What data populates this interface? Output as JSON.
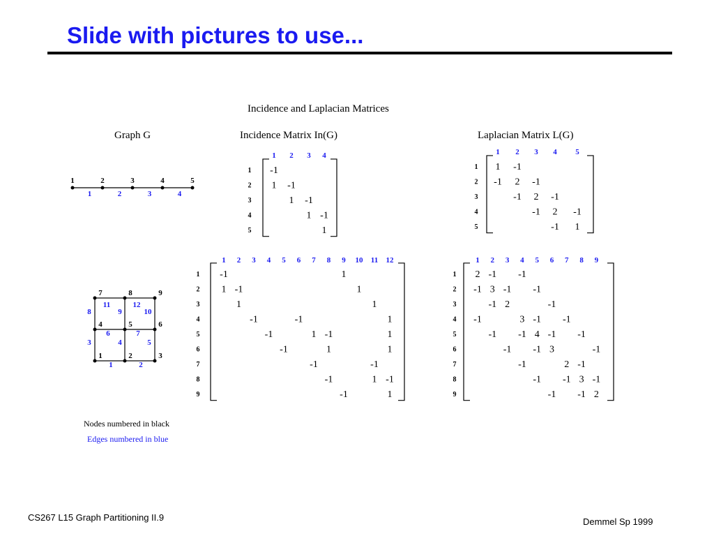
{
  "slide_title": "Slide with pictures to use...",
  "figure_title": "Incidence and Laplacian Matrices",
  "graph_g_label": "Graph G",
  "incidence_label": "Incidence Matrix In(G)",
  "laplacian_label": "Laplacian Matrix L(G)",
  "footer_left": "CS267  L15 Graph Partitioning II.9",
  "footer_right": "Demmel Sp 1999",
  "legend_nodes": "Nodes numbered in black",
  "legend_edges": "Edges numbered in blue",
  "colors": {
    "title": "#1a1af0",
    "edge_labels": "#1a1af0",
    "node_labels": "#000000"
  },
  "path_graph": {
    "nodes": [
      "1",
      "2",
      "3",
      "4",
      "5"
    ],
    "edges": [
      "1",
      "2",
      "3",
      "4"
    ]
  },
  "grid_graph": {
    "nodes": [
      "1",
      "2",
      "3",
      "4",
      "5",
      "6",
      "7",
      "8",
      "9"
    ],
    "edges": [
      "1",
      "2",
      "3",
      "4",
      "5",
      "6",
      "7",
      "8",
      "9",
      "10",
      "11",
      "12"
    ]
  },
  "inc_small": {
    "cols": [
      "1",
      "2",
      "3",
      "4"
    ],
    "rows": [
      "1",
      "2",
      "3",
      "4",
      "5"
    ],
    "cells": [
      [
        "-1",
        "",
        "",
        ""
      ],
      [
        "1",
        "-1",
        "",
        ""
      ],
      [
        "",
        "1",
        "-1",
        ""
      ],
      [
        "",
        "",
        "1",
        "-1"
      ],
      [
        "",
        "",
        "",
        "1"
      ]
    ]
  },
  "lap_small": {
    "cols": [
      "1",
      "2",
      "3",
      "4",
      "5"
    ],
    "rows": [
      "1",
      "2",
      "3",
      "4",
      "5"
    ],
    "cells": [
      [
        "1",
        "-1",
        "",
        "",
        ""
      ],
      [
        "-1",
        "2",
        "-1",
        "",
        ""
      ],
      [
        "",
        "-1",
        "2",
        "-1",
        ""
      ],
      [
        "",
        "",
        "-1",
        "2",
        "-1"
      ],
      [
        "",
        "",
        "",
        "-1",
        "1"
      ]
    ]
  },
  "inc_big": {
    "cols": [
      "1",
      "2",
      "3",
      "4",
      "5",
      "6",
      "7",
      "8",
      "9",
      "10",
      "11",
      "12"
    ],
    "rows": [
      "1",
      "2",
      "3",
      "4",
      "5",
      "6",
      "7",
      "8",
      "9"
    ],
    "cells": [
      [
        "-1",
        "",
        "",
        "",
        "",
        "",
        "",
        "",
        "1",
        "",
        "",
        ""
      ],
      [
        "1",
        "-1",
        "",
        "",
        "",
        "",
        "",
        "",
        "",
        "1",
        "",
        ""
      ],
      [
        "",
        "1",
        "",
        "",
        "",
        "",
        "",
        "",
        "",
        "",
        "1",
        ""
      ],
      [
        "",
        "",
        "-1",
        "",
        "",
        "-1",
        "",
        "",
        "",
        "",
        "",
        "1"
      ],
      [
        "",
        "",
        "",
        "-1",
        "",
        "",
        "1",
        "-1",
        "",
        "",
        "",
        "1"
      ],
      [
        "",
        "",
        "",
        "",
        "-1",
        "",
        "",
        "1",
        "",
        "",
        "",
        "1"
      ],
      [
        "",
        "",
        "",
        "",
        "",
        "",
        "-1",
        "",
        "",
        "",
        "-1",
        ""
      ],
      [
        "",
        "",
        "",
        "",
        "",
        "",
        "",
        "-1",
        "",
        "",
        "1",
        "-1"
      ],
      [
        "",
        "",
        "",
        "",
        "",
        "",
        "",
        "",
        "-1",
        "",
        "",
        "1"
      ]
    ]
  },
  "lap_big": {
    "cols": [
      "1",
      "2",
      "3",
      "4",
      "5",
      "6",
      "7",
      "8",
      "9"
    ],
    "rows": [
      "1",
      "2",
      "3",
      "4",
      "5",
      "6",
      "7",
      "8",
      "9"
    ],
    "cells": [
      [
        "2",
        "-1",
        "",
        "-1",
        "",
        "",
        "",
        "",
        ""
      ],
      [
        "-1",
        "3",
        "-1",
        "",
        "-1",
        "",
        "",
        "",
        ""
      ],
      [
        "",
        "-1",
        "2",
        "",
        "",
        "-1",
        "",
        "",
        ""
      ],
      [
        "-1",
        "",
        "",
        "3",
        "-1",
        "",
        "-1",
        "",
        ""
      ],
      [
        "",
        "-1",
        "",
        "-1",
        "4",
        "-1",
        "",
        "-1",
        ""
      ],
      [
        "",
        "",
        "-1",
        "",
        "-1",
        "3",
        "",
        "",
        "-1"
      ],
      [
        "",
        "",
        "",
        "-1",
        "",
        "",
        "2",
        "-1",
        ""
      ],
      [
        "",
        "",
        "",
        "",
        "-1",
        "",
        "-1",
        "3",
        "-1"
      ],
      [
        "",
        "",
        "",
        "",
        "",
        "-1",
        "",
        "-1",
        "2"
      ]
    ]
  }
}
